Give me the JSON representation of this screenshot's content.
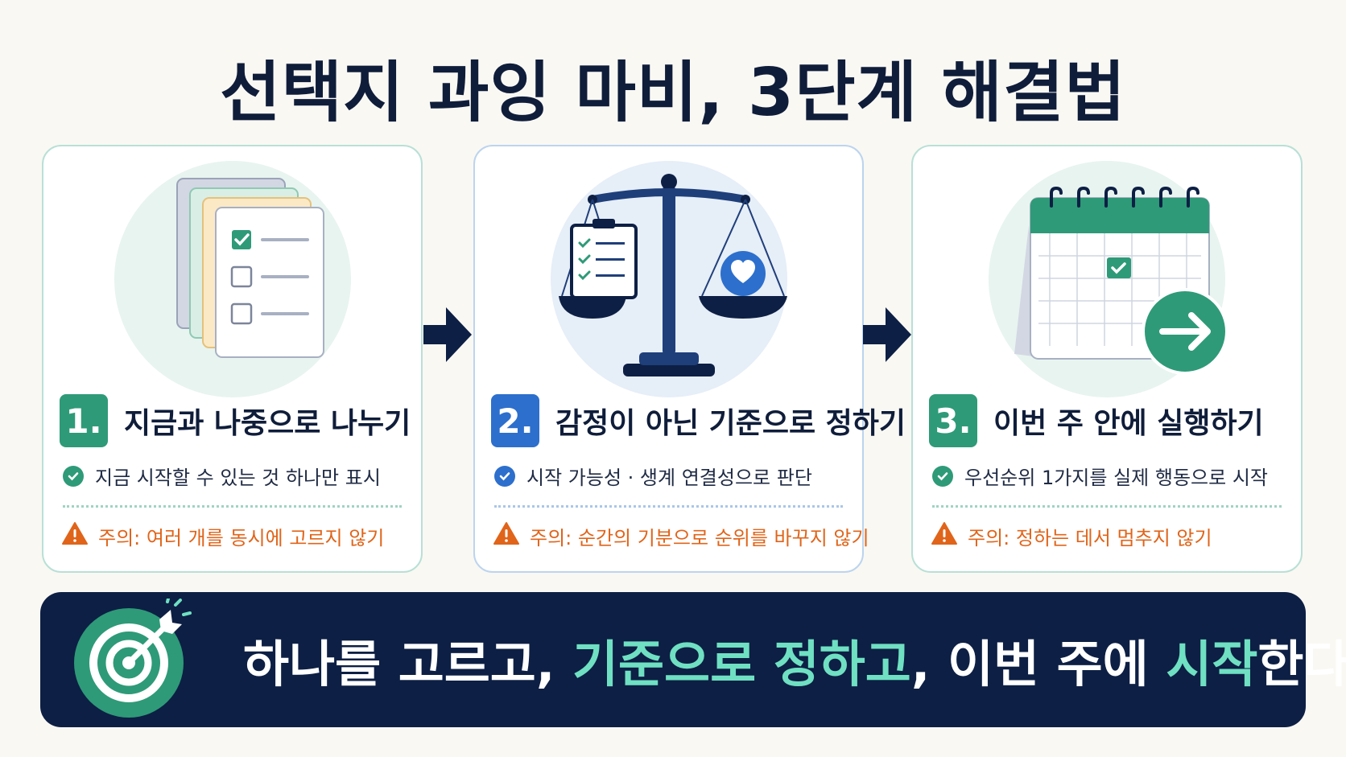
{
  "title": "선택지 과잉 마비, 3단계 해결법",
  "steps": [
    {
      "number": "1.",
      "title": "지금과 나중으로 나누기",
      "check": "지금 시작할 수 있는 것 하나만 표시",
      "warning": "주의: 여러 개를 동시에 고르지 않기"
    },
    {
      "number": "2.",
      "title": "감정이 아닌 기준으로 정하기",
      "check": "시작 가능성 · 생계 연결성으로 판단",
      "warning": "주의: 순간의 기분으로 순위를 바꾸지 않기"
    },
    {
      "number": "3.",
      "title": "이번 주 안에 실행하기",
      "check": "우선순위 1가지를 실제 행동으로 시작",
      "warning": "주의: 정하는 데서 멈추지 않기"
    }
  ],
  "banner": {
    "part1": "하나를 고르고, ",
    "part2": "기준으로 정하고",
    "part3": ", 이번 주에 ",
    "part4": "시작",
    "part5": "한다."
  },
  "colors": {
    "navy": "#0d1f44",
    "teal": "#2e9a78",
    "blue": "#2d6fcc",
    "warning": "#e0641a",
    "highlight": "#6fe0c2"
  },
  "icons": [
    "checklist-cards-icon",
    "balance-scale-icon",
    "calendar-arrow-icon",
    "target-icon",
    "check-circle-icon",
    "warning-triangle-icon",
    "right-arrow-icon"
  ]
}
